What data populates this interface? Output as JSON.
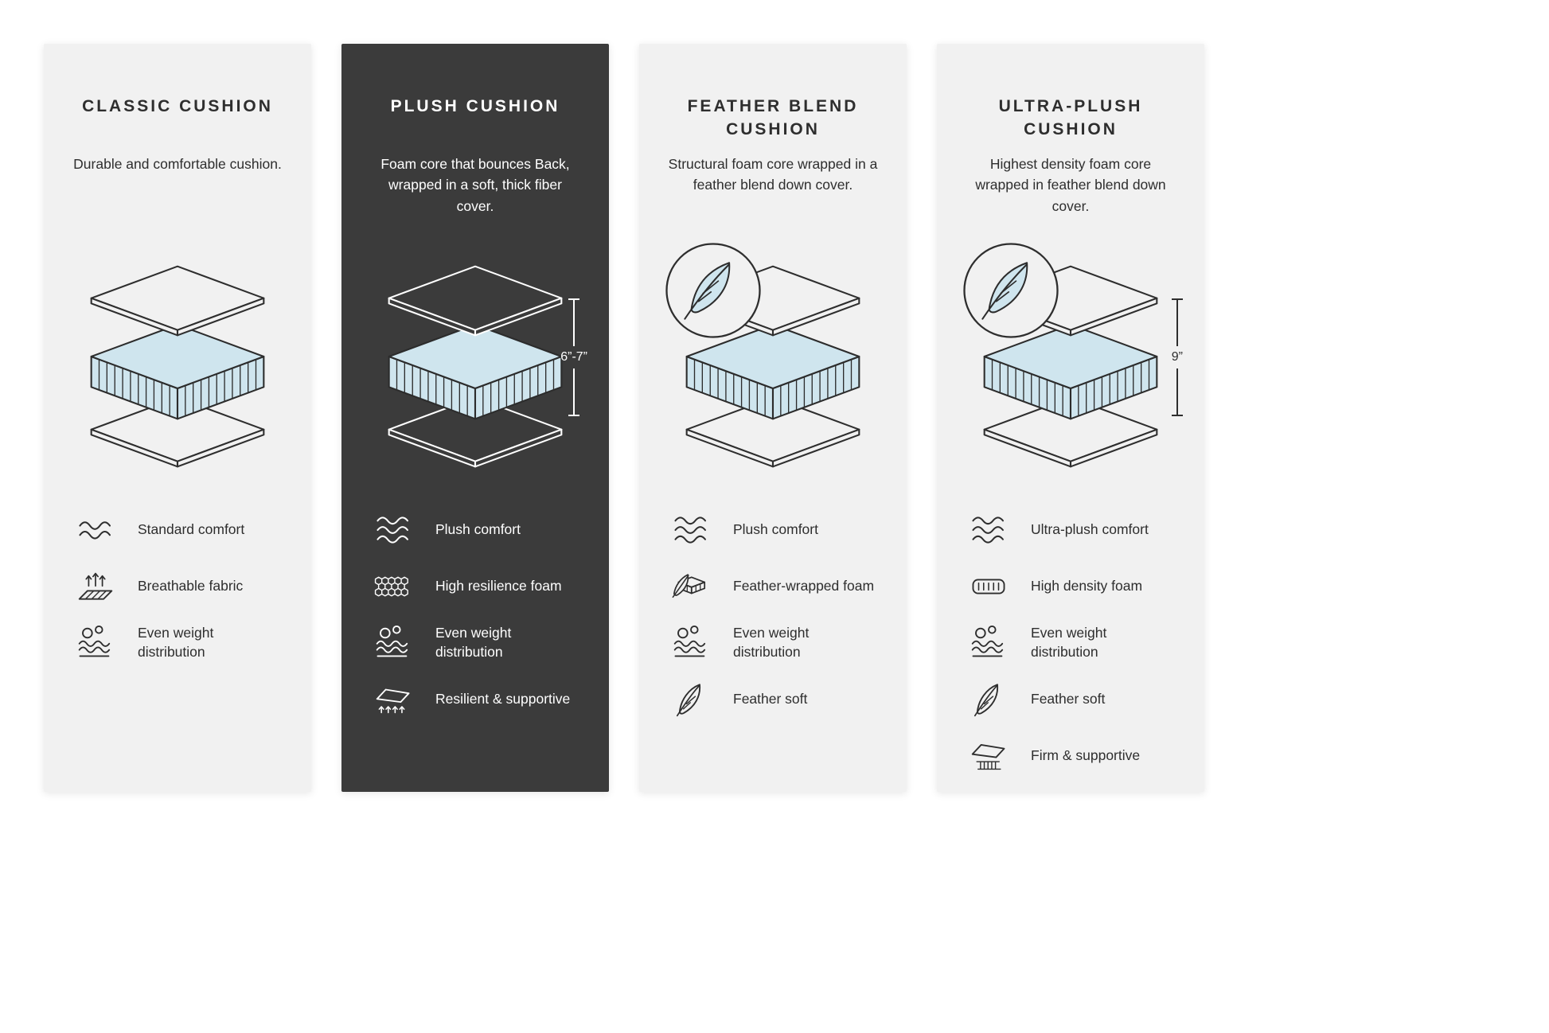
{
  "colors": {
    "page_bg": "#ffffff",
    "card_light_bg": "#f1f1f1",
    "card_dark_bg": "#3b3b3b",
    "ink_dark": "#2e2e2e",
    "ink_light": "#ffffff",
    "foam_blue": "#cfe5ee"
  },
  "cards": [
    {
      "theme": "light",
      "title": "CLASSIC CUSHION",
      "description": "Durable and comfortable cushion.",
      "diagram": {
        "feather_badge": false,
        "dimension_label": ""
      },
      "features": [
        {
          "icon": "wave-comfort-icon",
          "label": "Standard comfort"
        },
        {
          "icon": "breathable-fabric-icon",
          "label": "Breathable fabric"
        },
        {
          "icon": "weight-distribution-icon",
          "label": "Even weight distribution"
        }
      ]
    },
    {
      "theme": "dark",
      "title": "PLUSH CUSHION",
      "description": "Foam core that bounces Back, wrapped in a soft, thick fiber cover.",
      "diagram": {
        "feather_badge": false,
        "dimension_label": "6”-7”"
      },
      "features": [
        {
          "icon": "wave-comfort-icon",
          "label": "Plush comfort"
        },
        {
          "icon": "honeycomb-foam-icon",
          "label": "High resilience foam"
        },
        {
          "icon": "weight-distribution-icon",
          "label": "Even weight distribution"
        },
        {
          "icon": "support-arrows-icon",
          "label": "Resilient & supportive"
        }
      ]
    },
    {
      "theme": "light",
      "title": "FEATHER BLEND CUSHION",
      "description": "Structural foam core wrapped in a feather blend down cover.",
      "diagram": {
        "feather_badge": true,
        "dimension_label": ""
      },
      "features": [
        {
          "icon": "wave-comfort-icon",
          "label": "Plush comfort"
        },
        {
          "icon": "feather-foam-icon",
          "label": "Feather-wrapped foam"
        },
        {
          "icon": "weight-distribution-icon",
          "label": "Even weight distribution"
        },
        {
          "icon": "feather-icon",
          "label": "Feather soft"
        }
      ]
    },
    {
      "theme": "light",
      "title": "ULTRA-PLUSH CUSHION",
      "description": "Highest density foam core wrapped in feather blend down cover.",
      "diagram": {
        "feather_badge": true,
        "dimension_label": "9”"
      },
      "features": [
        {
          "icon": "wave-comfort-icon",
          "label": "Ultra-plush comfort"
        },
        {
          "icon": "density-foam-icon",
          "label": "High density foam"
        },
        {
          "icon": "weight-distribution-icon",
          "label": "Even weight distribution"
        },
        {
          "icon": "feather-icon",
          "label": "Feather soft"
        },
        {
          "icon": "firm-supportive-icon",
          "label": "Firm & supportive"
        }
      ]
    }
  ]
}
